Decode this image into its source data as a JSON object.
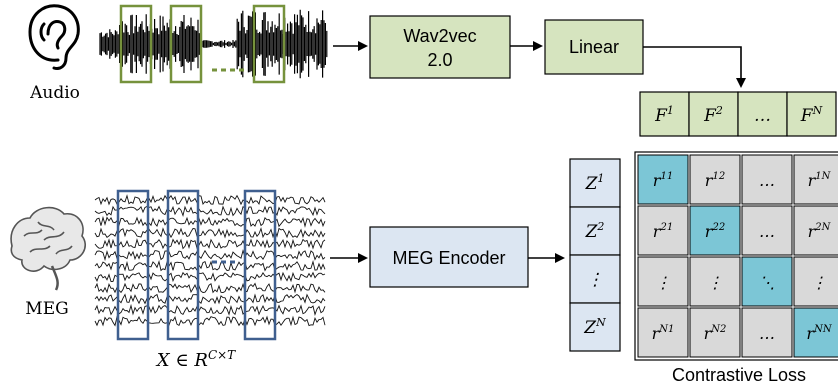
{
  "audio": {
    "label": "Audio"
  },
  "meg": {
    "label": "MEG"
  },
  "wav2vec": {
    "line1": "Wav2vec",
    "line2": "2.0"
  },
  "linear": {
    "label": "Linear"
  },
  "meg_encoder": {
    "label": "MEG Encoder"
  },
  "input_formula": {
    "base": "X ∈ R",
    "sup": "C×T"
  },
  "f_vector": [
    {
      "base": "F",
      "sup": "1"
    },
    {
      "base": "F",
      "sup": "2"
    },
    {
      "base": "…",
      "sup": ""
    },
    {
      "base": "F",
      "sup": "N"
    }
  ],
  "z_vector": [
    {
      "base": "Z",
      "sup": "1"
    },
    {
      "base": "Z",
      "sup": "2"
    },
    {
      "base": "⋮",
      "sup": ""
    },
    {
      "base": "Z",
      "sup": "N"
    }
  ],
  "r_matrix": [
    [
      {
        "base": "r",
        "sup": "11",
        "diag": true
      },
      {
        "base": "r",
        "sup": "12"
      },
      {
        "base": "…",
        "sup": ""
      },
      {
        "base": "r",
        "sup": "1N"
      }
    ],
    [
      {
        "base": "r",
        "sup": "21"
      },
      {
        "base": "r",
        "sup": "22",
        "diag": true
      },
      {
        "base": "…",
        "sup": ""
      },
      {
        "base": "r",
        "sup": "2N"
      }
    ],
    [
      {
        "base": "⋮",
        "sup": ""
      },
      {
        "base": "⋮",
        "sup": ""
      },
      {
        "base": "⋱",
        "sup": "",
        "diag": true
      },
      {
        "base": "⋮",
        "sup": ""
      }
    ],
    [
      {
        "base": "r",
        "sup": "N1"
      },
      {
        "base": "r",
        "sup": "N2"
      },
      {
        "base": "…",
        "sup": ""
      },
      {
        "base": "r",
        "sup": "NN",
        "diag": true
      }
    ]
  ],
  "contrastive_loss": {
    "label": "Contrastive Loss"
  },
  "colors": {
    "green_fill": "#d6e4bf",
    "green_stroke": "#76923c",
    "blue_fill": "#dce6f2",
    "blue_stroke": "#3f5f8f",
    "diag_fill": "#7cc6d6",
    "cell_fill": "#d9d9d9"
  }
}
